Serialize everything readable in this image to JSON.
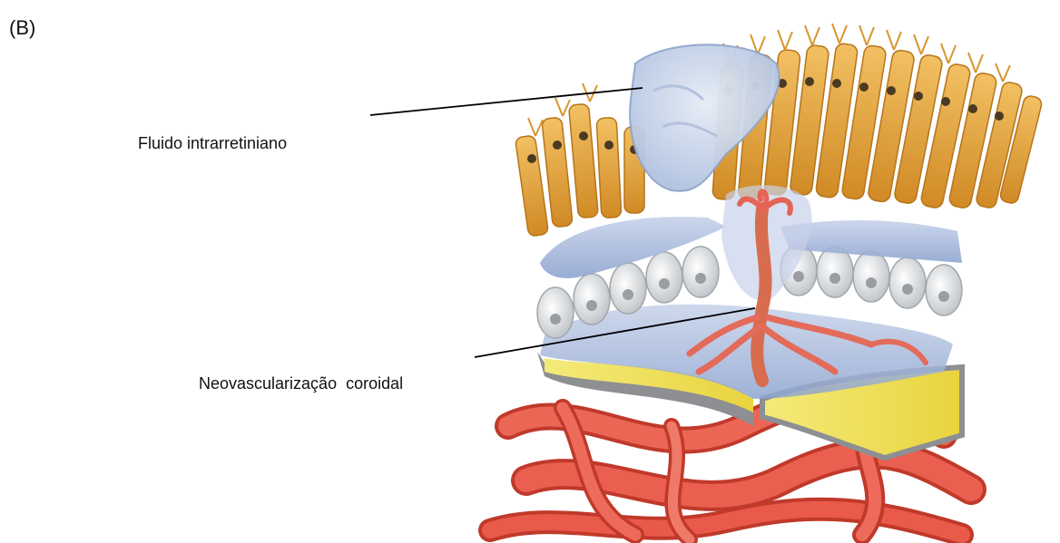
{
  "panel": {
    "label": "(B)"
  },
  "annotations": {
    "intraretinal_fluid": "Fluido intrarretiniano",
    "choroidal_neovascularization": "Neovascularização  coroidal"
  },
  "colors": {
    "photoreceptor": "#e8a63c",
    "photoreceptor_dark": "#b7741a",
    "fluid": "#c9d6ea",
    "rpe_cell": "#d9dcde",
    "membrane_blue": "#9fb3d6",
    "bruch_yellow": "#f1e25a",
    "vessel_red": "#e05444",
    "vessel_dark": "#b8382c"
  }
}
